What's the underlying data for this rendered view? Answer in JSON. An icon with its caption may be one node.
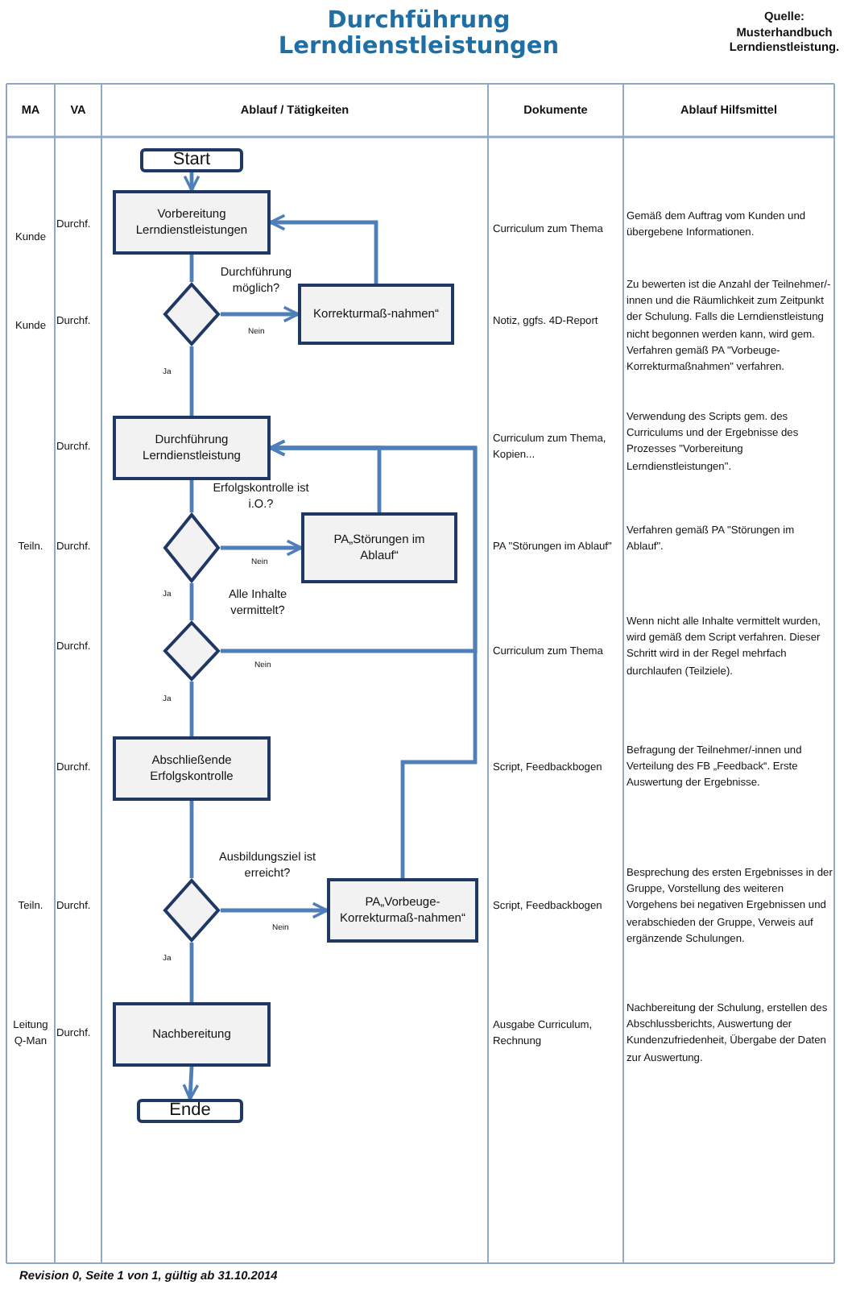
{
  "diagram": {
    "title": "Durchführung Lerndienstleistungen",
    "nodes": [
      {
        "text": [
          "Start"
        ]
      },
      {
        "text": [
          "Vorbereitung Lerndienstleistungen"
        ]
      },
      {
        "text": [],
        "shape": "diamond",
        "beside": [
          "Durchführung möglich?"
        ]
      },
      {
        "text": [
          "Korrekturmaß-nahmen“"
        ]
      },
      {
        "text": [
          "Durchführung Lerndienstleistung"
        ]
      },
      {
        "text": [],
        "shape": "diamond",
        "beside": [
          "Erfolgskontrolle ist i.O.?"
        ]
      },
      {
        "text": [
          "PA„Störungen im Ablauf“"
        ]
      },
      {
        "text": [],
        "shape": "diamond",
        "beside": [
          "Alle Inhalte vermittelt?"
        ]
      },
      {
        "text": [
          "Abschließende Erfolgskontrolle"
        ]
      },
      {
        "text": [],
        "shape": "diamond",
        "beside": [
          "Ausbildungsziel ist erreicht?"
        ]
      },
      {
        "text": [
          "PA„Vorbeuge-Korrekturmaß-nahmen“"
        ]
      },
      {
        "text": [
          "Nachbereitung"
        ]
      },
      {
        "text": [
          "Ende"
        ]
      }
    ],
    "edges": [
      {
        "from": 0,
        "to": 1,
        "arrow": "to"
      },
      {
        "from": 1,
        "to": 2,
        "arrow": "none"
      },
      {
        "from": 2,
        "to": 3,
        "arrow": "to",
        "label": "Nein"
      },
      {
        "from": 3,
        "to": 1,
        "arrow": "to"
      },
      {
        "from": 2,
        "to": 4,
        "arrow": "none",
        "label": "Ja"
      },
      {
        "from": 4,
        "to": 5,
        "arrow": "none"
      },
      {
        "from": 5,
        "to": 6,
        "arrow": "to",
        "label": "Nein"
      },
      {
        "from": 6,
        "to": 4,
        "arrow": "to"
      },
      {
        "from": 5,
        "to": 7,
        "arrow": "none",
        "label": "Ja"
      },
      {
        "from": 7,
        "to": 4,
        "arrow": "to",
        "label": "Nein"
      },
      {
        "from": 7,
        "to": 8,
        "arrow": "none",
        "label": "Ja"
      },
      {
        "from": 8,
        "to": 9,
        "arrow": "none"
      },
      {
        "from": 9,
        "to": 10,
        "arrow": "to",
        "label": "Nein"
      },
      {
        "from": 10,
        "to": 4,
        "arrow": "to"
      },
      {
        "from": 9,
        "to": 11,
        "arrow": "none",
        "label": "Ja"
      },
      {
        "from": 11,
        "to": 12,
        "arrow": "to"
      }
    ],
    "labels": [
      "Quelle: Musterhandbuch Lerndienstleistung.",
      "MA",
      "VA",
      "Ablauf / Tätigkeiten",
      "Dokumente",
      "Ablauf Hilfsmittel",
      "Kunde",
      "Durchf.",
      "Curriculum zum Thema",
      "Gemäß dem Auftrag vom Kunden und übergebene Informationen.",
      "Kunde",
      "Durchf.",
      "Notiz, ggfs. 4D-Report",
      "Zu bewerten ist die Anzahl der Teilnehmer/-innen und die Räumlichkeit zum Zeitpunkt der Schulung. Falls die Lerndienstleistung nicht begonnen werden kann, wird gem. Verfahren gemäß PA \"Vorbeuge-Korrekturmaßnahmen\" verfahren.",
      "Durchf.",
      "Curriculum zum Thema, Kopien...",
      "Verwendung des Scripts gem. des Curriculums und der Ergebnisse des Prozesses \"Vorbereitung Lerndienstleistungen\".",
      "Teiln.",
      "Durchf.",
      "PA \"Störungen im Ablauf\"",
      "Verfahren gemäß PA \"Störungen im Ablauf\".",
      "Durchf.",
      "Curriculum zum Thema",
      "Wenn nicht alle Inhalte vermittelt wurden, wird gemäß dem Script verfahren. Dieser Schritt wird in der Regel mehrfach durchlaufen (Teilziele).",
      "Durchf.",
      "Script, Feedbackbogen",
      "Befragung der Teilnehmer/-innen und Verteilung des FB „Feedback“. Erste Auswertung der Ergebnisse.",
      "Teiln.",
      "Durchf.",
      "Script, Feedbackbogen",
      "Besprechung des ersten Ergebnisses in der Gruppe, Vorstellung des weiteren Vorgehens bei negativen Ergebnissen und verabschieden der Gruppe, Verweis auf ergänzende Schulungen.",
      "Leitung Q-Man",
      "Durchf.",
      "Ausgabe Curriculum, Rechnung",
      "Nachbereitung der Schulung, erstellen des Abschlussberichts, Auswertung der Kundenzufriedenheit, Übergabe der Daten zur Auswertung.",
      "Revision 0, Seite 1 von 1, gültig ab 31.10.2014"
    ]
  }
}
